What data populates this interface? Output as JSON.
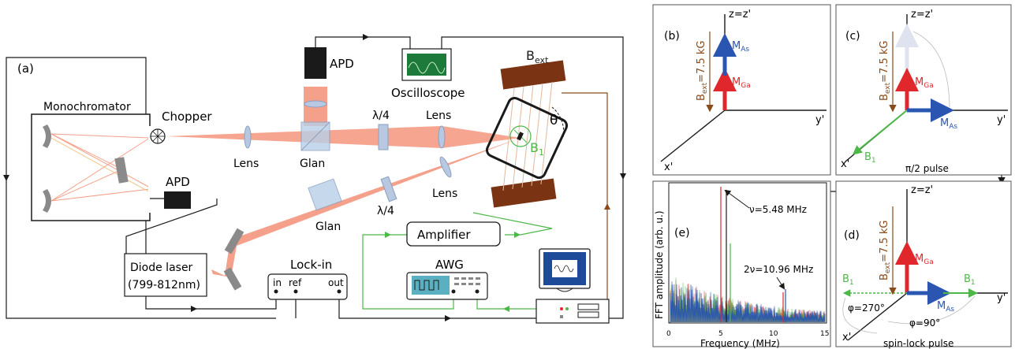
{
  "setup": {
    "panel_label": "(a)",
    "monochromator": "Monochromator",
    "chopper": "Chopper",
    "apd_top": "APD",
    "apd_side": "APD",
    "oscilloscope": "Oscilloscope",
    "lens_left": "Lens",
    "glan_top": "Glan",
    "lambda4_top": "λ/4",
    "lens_right": "Lens",
    "lens_lower": "Lens",
    "lambda4_lower": "λ/4",
    "glan_lower": "Glan",
    "bext_label": "B",
    "bext_sub": "ext",
    "theta": "θ",
    "b1_label": "B",
    "b1_sub": "1",
    "amplifier": "Amplifier",
    "awg": "AWG",
    "lockin": "Lock-in",
    "lockin_in": "in",
    "lockin_ref": "ref",
    "lockin_out": "out",
    "diode_laser": "Diode laser",
    "diode_range": "(799-812nm)"
  },
  "panels": {
    "b": {
      "label": "(b)",
      "axis_z": "z=z'",
      "axis_y": "y'",
      "axis_x": "x'",
      "field": "B",
      "field_sub": "ext",
      "field_val": "=7.5 kG",
      "m_as": "M",
      "m_as_sub": "As",
      "m_ga": "M",
      "m_ga_sub": "Ga"
    },
    "c": {
      "label": "(c)",
      "axis_z": "z=z'",
      "axis_y": "y'",
      "axis_x": "x'",
      "field": "B",
      "field_sub": "ext",
      "field_val": "=7.5 kG",
      "m_as": "M",
      "m_as_sub": "As",
      "m_ga": "M",
      "m_ga_sub": "Ga",
      "b1": "B",
      "b1_sub": "1",
      "caption": "π/2 pulse"
    },
    "d": {
      "label": "(d)",
      "axis_z": "z=z'",
      "axis_y": "y'",
      "axis_x": "x'",
      "field": "B",
      "field_sub": "ext",
      "field_val": "=7.5 kG",
      "m_as": "M",
      "m_as_sub": "As",
      "m_ga": "M",
      "m_ga_sub": "Ga",
      "b1_left": "B",
      "b1_left_sub": "1",
      "b1_right": "B",
      "b1_right_sub": "1",
      "phi270": "φ=270°",
      "phi90": "φ=90°",
      "caption": "spin-lock pulse"
    },
    "e": {
      "label": "(e)",
      "ylabel": "FFT amplitude (arb. u.)",
      "xlabel": "Frequency (MHz)",
      "ann1": "ν=5.48 MHz",
      "ann2": "2ν=10.96 MHz",
      "ticks": [
        "0",
        "5",
        "10",
        "15"
      ]
    }
  },
  "colors": {
    "beam": "#f4a08a",
    "blue": "#2a55b0",
    "red": "#e0282c",
    "green": "#4cb848",
    "brown": "#8a4a1a",
    "dark": "#1a1a1a"
  }
}
